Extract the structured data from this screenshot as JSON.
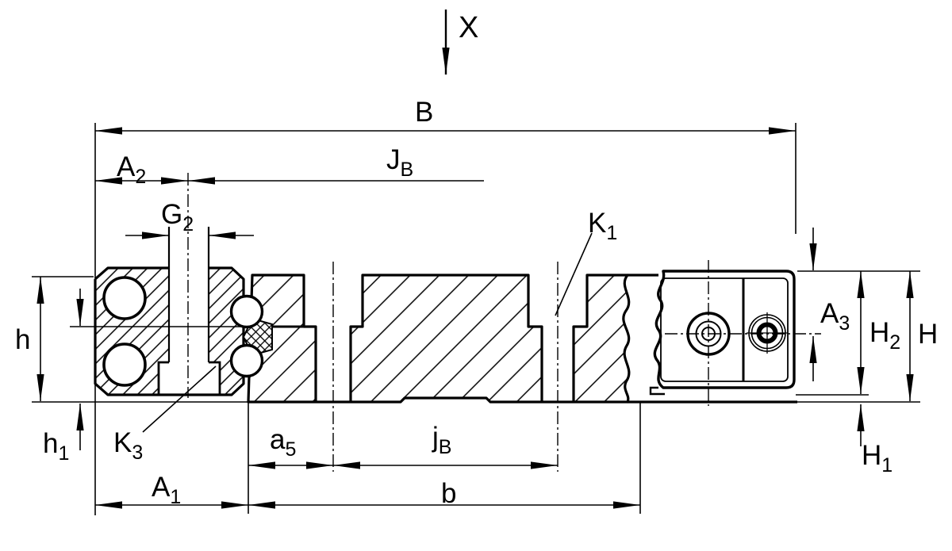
{
  "drawing": {
    "labels": {
      "X": {
        "main": "X",
        "sub": ""
      },
      "B": {
        "main": "B",
        "sub": ""
      },
      "A2": {
        "main": "A",
        "sub": "2"
      },
      "JB": {
        "main": "J",
        "sub": "B"
      },
      "G2": {
        "main": "G",
        "sub": "2"
      },
      "K1": {
        "main": "K",
        "sub": "1"
      },
      "K3": {
        "main": "K",
        "sub": "3"
      },
      "h": {
        "main": "h",
        "sub": ""
      },
      "h1": {
        "main": "h",
        "sub": "1"
      },
      "A1": {
        "main": "A",
        "sub": "1"
      },
      "a5": {
        "main": "a",
        "sub": "5"
      },
      "jb": {
        "main": "j",
        "sub": "B"
      },
      "b": {
        "main": "b",
        "sub": ""
      },
      "A3": {
        "main": "A",
        "sub": "3"
      },
      "H2": {
        "main": "H",
        "sub": "2"
      },
      "H": {
        "main": "H",
        "sub": ""
      },
      "H1": {
        "main": "H",
        "sub": "1"
      }
    },
    "colors": {
      "line": "#000000",
      "background": "#ffffff"
    }
  }
}
